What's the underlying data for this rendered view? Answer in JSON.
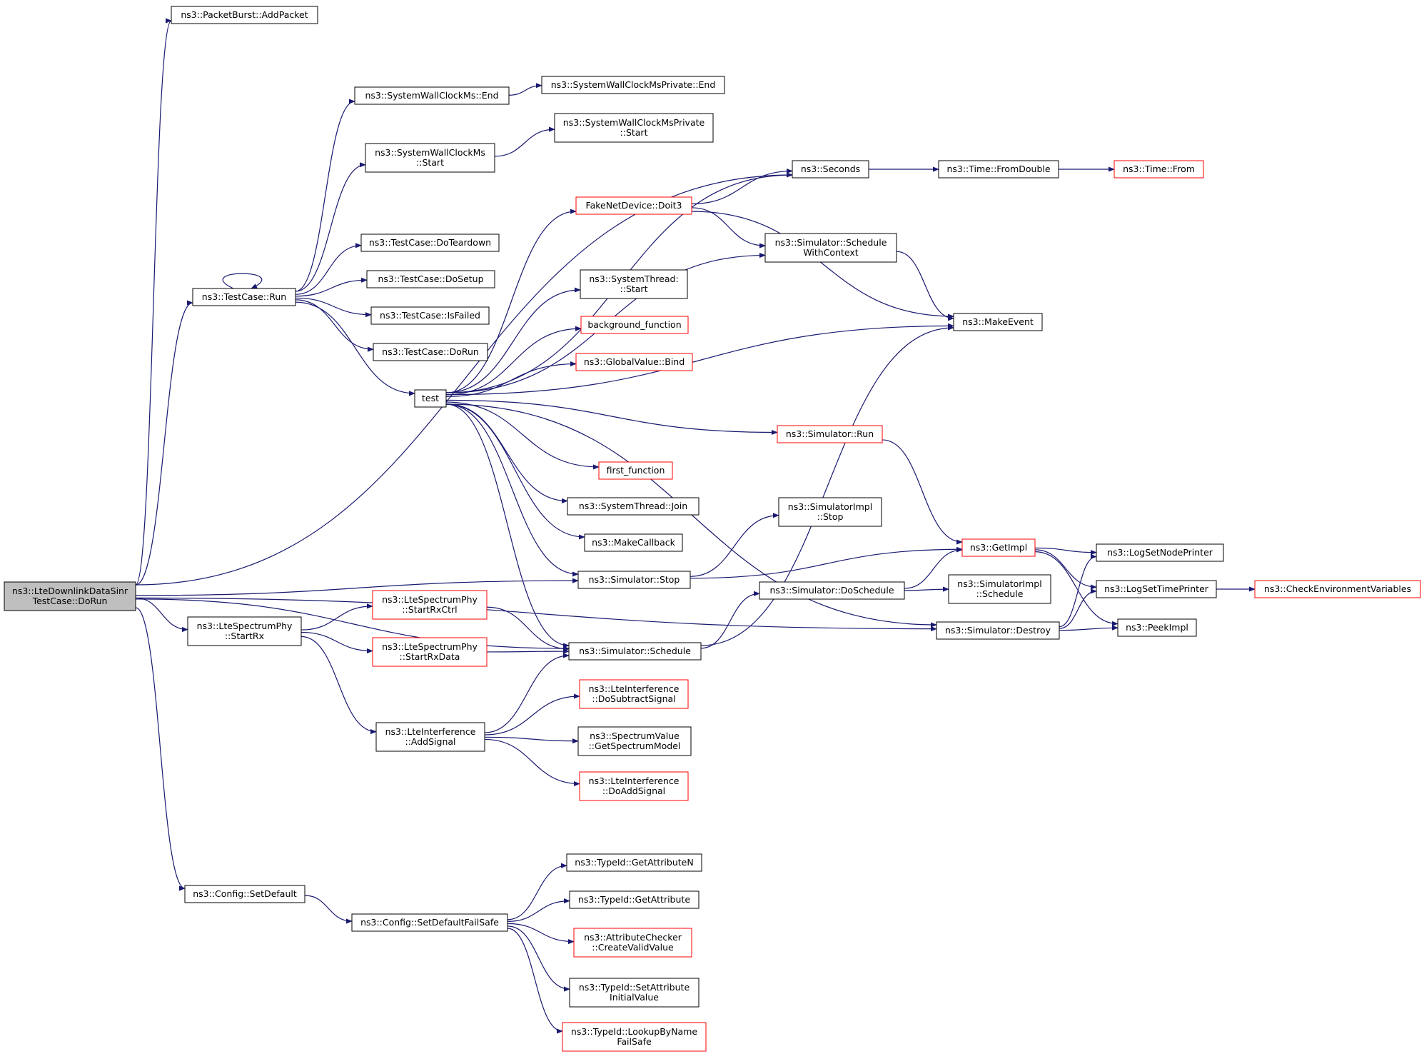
{
  "colors": {
    "edge": "#191970",
    "normal_border": "#000000",
    "truncated_border": "#ff0000",
    "root_fill": "#bfbfbf",
    "node_fill": "#ffffff"
  },
  "nodes": [
    {
      "id": "root",
      "lines": [
        "ns3::LteDownlinkDataSinr",
        "TestCase::DoRun"
      ],
      "style": "root"
    },
    {
      "id": "addpacket",
      "lines": [
        "ns3::PacketBurst::AddPacket"
      ],
      "style": "normal"
    },
    {
      "id": "swcEnd",
      "lines": [
        "ns3::SystemWallClockMs::End"
      ],
      "style": "normal"
    },
    {
      "id": "swcpEnd",
      "lines": [
        "ns3::SystemWallClockMsPrivate::End"
      ],
      "style": "normal"
    },
    {
      "id": "swcpStart",
      "lines": [
        "ns3::SystemWallClockMsPrivate",
        "::Start"
      ],
      "style": "normal"
    },
    {
      "id": "swcStart",
      "lines": [
        "ns3::SystemWallClockMs",
        "::Start"
      ],
      "style": "normal"
    },
    {
      "id": "seconds",
      "lines": [
        "ns3::Seconds"
      ],
      "style": "normal"
    },
    {
      "id": "fromDouble",
      "lines": [
        "ns3::Time::FromDouble"
      ],
      "style": "normal"
    },
    {
      "id": "timeFrom",
      "lines": [
        "ns3::Time::From"
      ],
      "style": "truncated"
    },
    {
      "id": "doit3",
      "lines": [
        "FakeNetDevice::Doit3"
      ],
      "style": "truncated"
    },
    {
      "id": "teardown",
      "lines": [
        "ns3::TestCase::DoTeardown"
      ],
      "style": "normal"
    },
    {
      "id": "schedCtx",
      "lines": [
        "ns3::Simulator::Schedule",
        "WithContext"
      ],
      "style": "normal"
    },
    {
      "id": "setup",
      "lines": [
        "ns3::TestCase::DoSetup"
      ],
      "style": "normal"
    },
    {
      "id": "tcRun",
      "lines": [
        "ns3::TestCase::Run"
      ],
      "style": "normal"
    },
    {
      "id": "stStart",
      "lines": [
        "ns3::SystemThread:",
        "::Start"
      ],
      "style": "normal"
    },
    {
      "id": "isFailed",
      "lines": [
        "ns3::TestCase::IsFailed"
      ],
      "style": "normal"
    },
    {
      "id": "makeEvent",
      "lines": [
        "ns3::MakeEvent"
      ],
      "style": "normal"
    },
    {
      "id": "bgFunc",
      "lines": [
        "background_function"
      ],
      "style": "truncated"
    },
    {
      "id": "doRun",
      "lines": [
        "ns3::TestCase::DoRun"
      ],
      "style": "normal"
    },
    {
      "id": "gvBind",
      "lines": [
        "ns3::GlobalValue::Bind"
      ],
      "style": "truncated"
    },
    {
      "id": "test",
      "lines": [
        "test"
      ],
      "style": "normal"
    },
    {
      "id": "simRun",
      "lines": [
        "ns3::Simulator::Run"
      ],
      "style": "truncated"
    },
    {
      "id": "firstFunc",
      "lines": [
        "first_function"
      ],
      "style": "truncated"
    },
    {
      "id": "stJoin",
      "lines": [
        "ns3::SystemThread::Join"
      ],
      "style": "normal"
    },
    {
      "id": "simImplStop",
      "lines": [
        "ns3::SimulatorImpl",
        "::Stop"
      ],
      "style": "normal"
    },
    {
      "id": "makeCallback",
      "lines": [
        "ns3::MakeCallback"
      ],
      "style": "normal"
    },
    {
      "id": "getImpl",
      "lines": [
        "ns3::GetImpl"
      ],
      "style": "truncated"
    },
    {
      "id": "logNode",
      "lines": [
        "ns3::LogSetNodePrinter"
      ],
      "style": "normal"
    },
    {
      "id": "simStop",
      "lines": [
        "ns3::Simulator::Stop"
      ],
      "style": "normal"
    },
    {
      "id": "simImplSched",
      "lines": [
        "ns3::SimulatorImpl",
        "::Schedule"
      ],
      "style": "normal"
    },
    {
      "id": "doSchedule",
      "lines": [
        "ns3::Simulator::DoSchedule"
      ],
      "style": "normal"
    },
    {
      "id": "logTime",
      "lines": [
        "ns3::LogSetTimePrinter"
      ],
      "style": "normal"
    },
    {
      "id": "checkEnv",
      "lines": [
        "ns3::CheckEnvironmentVariables"
      ],
      "style": "truncated"
    },
    {
      "id": "startRxCtrl",
      "lines": [
        "ns3::LteSpectrumPhy",
        "::StartRxCtrl"
      ],
      "style": "truncated"
    },
    {
      "id": "startRx",
      "lines": [
        "ns3::LteSpectrumPhy",
        "::StartRx"
      ],
      "style": "normal"
    },
    {
      "id": "simDestroy",
      "lines": [
        "ns3::Simulator::Destroy"
      ],
      "style": "normal"
    },
    {
      "id": "peekImpl",
      "lines": [
        "ns3::PeekImpl"
      ],
      "style": "normal"
    },
    {
      "id": "startRxData",
      "lines": [
        "ns3::LteSpectrumPhy",
        "::StartRxData"
      ],
      "style": "truncated"
    },
    {
      "id": "simSchedule",
      "lines": [
        "ns3::Simulator::Schedule"
      ],
      "style": "normal"
    },
    {
      "id": "doSubtract",
      "lines": [
        "ns3::LteInterference",
        "::DoSubtractSignal"
      ],
      "style": "truncated"
    },
    {
      "id": "addSignal",
      "lines": [
        "ns3::LteInterference",
        "::AddSignal"
      ],
      "style": "normal"
    },
    {
      "id": "getSpecModel",
      "lines": [
        "ns3::SpectrumValue",
        "::GetSpectrumModel"
      ],
      "style": "normal"
    },
    {
      "id": "doAddSignal",
      "lines": [
        "ns3::LteInterference",
        "::DoAddSignal"
      ],
      "style": "truncated"
    },
    {
      "id": "getAttrN",
      "lines": [
        "ns3::TypeId::GetAttributeN"
      ],
      "style": "normal"
    },
    {
      "id": "setDefault",
      "lines": [
        "ns3::Config::SetDefault"
      ],
      "style": "normal"
    },
    {
      "id": "getAttr",
      "lines": [
        "ns3::TypeId::GetAttribute"
      ],
      "style": "normal"
    },
    {
      "id": "setDefaultFS",
      "lines": [
        "ns3::Config::SetDefaultFailSafe"
      ],
      "style": "normal"
    },
    {
      "id": "createValid",
      "lines": [
        "ns3::AttributeChecker",
        "::CreateValidValue"
      ],
      "style": "truncated"
    },
    {
      "id": "setAttrInit",
      "lines": [
        "ns3::TypeId::SetAttribute",
        "InitialValue"
      ],
      "style": "normal"
    },
    {
      "id": "lookupFS",
      "lines": [
        "ns3::TypeId::LookupByName",
        "FailSafe"
      ],
      "style": "truncated"
    }
  ],
  "edges": [
    [
      "root",
      "addpacket"
    ],
    [
      "root",
      "seconds"
    ],
    [
      "root",
      "tcRun"
    ],
    [
      "root",
      "simStop"
    ],
    [
      "root",
      "startRx"
    ],
    [
      "root",
      "simSchedule"
    ],
    [
      "root",
      "simDestroy"
    ],
    [
      "root",
      "setDefault"
    ],
    [
      "swcEnd",
      "swcpEnd"
    ],
    [
      "swcStart",
      "swcpStart"
    ],
    [
      "tcRun",
      "swcEnd"
    ],
    [
      "tcRun",
      "swcStart"
    ],
    [
      "tcRun",
      "tcRun"
    ],
    [
      "tcRun",
      "teardown"
    ],
    [
      "tcRun",
      "setup"
    ],
    [
      "tcRun",
      "isFailed"
    ],
    [
      "tcRun",
      "doRun"
    ],
    [
      "tcRun",
      "test"
    ],
    [
      "seconds",
      "fromDouble"
    ],
    [
      "fromDouble",
      "timeFrom"
    ],
    [
      "doit3",
      "seconds"
    ],
    [
      "doit3",
      "schedCtx"
    ],
    [
      "doit3",
      "makeEvent"
    ],
    [
      "schedCtx",
      "makeEvent"
    ],
    [
      "test",
      "seconds"
    ],
    [
      "test",
      "doit3"
    ],
    [
      "test",
      "schedCtx"
    ],
    [
      "test",
      "stStart"
    ],
    [
      "test",
      "bgFunc"
    ],
    [
      "test",
      "gvBind"
    ],
    [
      "test",
      "makeEvent"
    ],
    [
      "test",
      "simRun"
    ],
    [
      "test",
      "firstFunc"
    ],
    [
      "test",
      "stJoin"
    ],
    [
      "test",
      "makeCallback"
    ],
    [
      "test",
      "simStop"
    ],
    [
      "test",
      "simSchedule"
    ],
    [
      "test",
      "simDestroy"
    ],
    [
      "simRun",
      "getImpl"
    ],
    [
      "simStop",
      "getImpl"
    ],
    [
      "simStop",
      "simImplStop"
    ],
    [
      "getImpl",
      "logNode"
    ],
    [
      "getImpl",
      "logTime"
    ],
    [
      "getImpl",
      "peekImpl"
    ],
    [
      "doSchedule",
      "getImpl"
    ],
    [
      "doSchedule",
      "simImplSched"
    ],
    [
      "logTime",
      "checkEnv"
    ],
    [
      "simDestroy",
      "logNode"
    ],
    [
      "simDestroy",
      "logTime"
    ],
    [
      "simDestroy",
      "peekImpl"
    ],
    [
      "startRx",
      "startRxCtrl"
    ],
    [
      "startRx",
      "startRxData"
    ],
    [
      "startRx",
      "addSignal"
    ],
    [
      "startRxCtrl",
      "simSchedule"
    ],
    [
      "startRxData",
      "simSchedule"
    ],
    [
      "simSchedule",
      "makeEvent"
    ],
    [
      "simSchedule",
      "doSchedule"
    ],
    [
      "addSignal",
      "simSchedule"
    ],
    [
      "addSignal",
      "doSubtract"
    ],
    [
      "addSignal",
      "getSpecModel"
    ],
    [
      "addSignal",
      "doAddSignal"
    ],
    [
      "setDefault",
      "setDefaultFS"
    ],
    [
      "setDefaultFS",
      "getAttrN"
    ],
    [
      "setDefaultFS",
      "getAttr"
    ],
    [
      "setDefaultFS",
      "createValid"
    ],
    [
      "setDefaultFS",
      "setAttrInit"
    ],
    [
      "setDefaultFS",
      "lookupFS"
    ]
  ]
}
